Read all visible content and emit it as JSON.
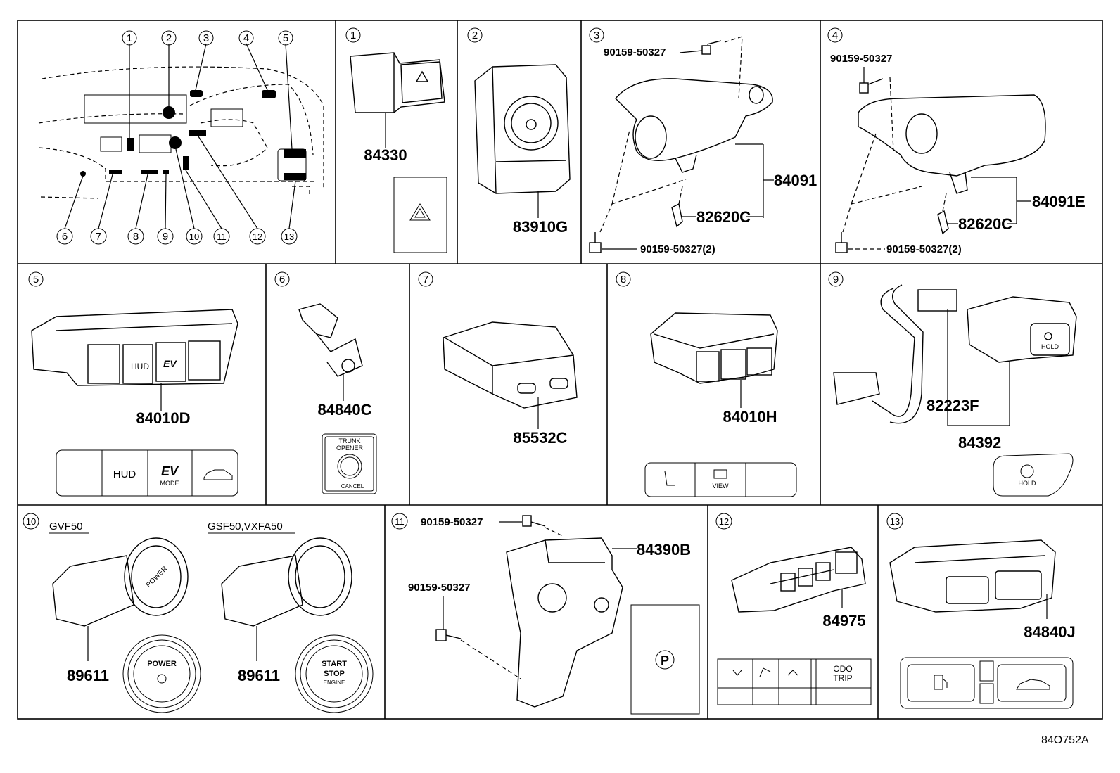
{
  "diagram_id": "84O752A",
  "overview_callouts": [
    "1",
    "2",
    "3",
    "4",
    "5",
    "6",
    "7",
    "8",
    "9",
    "10",
    "11",
    "12",
    "13"
  ],
  "panels": [
    {
      "num": "1",
      "parts": [
        "84330"
      ]
    },
    {
      "num": "2",
      "parts": [
        "83910G"
      ]
    },
    {
      "num": "3",
      "parts": [
        "90159-50327",
        "84091",
        "82620C",
        "90159-50327(2)"
      ]
    },
    {
      "num": "4",
      "parts": [
        "90159-50327",
        "84091E",
        "82620C",
        "90159-50327(2)"
      ]
    },
    {
      "num": "5",
      "parts": [
        "84010D"
      ],
      "switch_labels": [
        "HUD",
        "EV",
        "MODE"
      ]
    },
    {
      "num": "6",
      "parts": [
        "84840C"
      ],
      "switch_labels": [
        "TRUNK",
        "OPENER",
        "CANCEL"
      ]
    },
    {
      "num": "7",
      "parts": [
        "85532C"
      ]
    },
    {
      "num": "8",
      "parts": [
        "84010H"
      ],
      "switch_labels": [
        "VIEW"
      ]
    },
    {
      "num": "9",
      "parts": [
        "82223F",
        "84392"
      ],
      "switch_labels": [
        "HOLD"
      ]
    },
    {
      "num": "10",
      "variants": [
        {
          "model": "GVF50",
          "part": "89611",
          "switch_labels": [
            "POWER"
          ]
        },
        {
          "model": "GSF50,VXFA50",
          "part": "89611",
          "switch_labels": [
            "START",
            "STOP",
            "ENGINE"
          ]
        }
      ]
    },
    {
      "num": "11",
      "parts": [
        "90159-50327",
        "84390B",
        "90159-50327"
      ],
      "switch_labels": [
        "P"
      ]
    },
    {
      "num": "12",
      "parts": [
        "84975"
      ],
      "switch_labels": [
        "ODO",
        "TRIP"
      ]
    },
    {
      "num": "13",
      "parts": [
        "84840J"
      ]
    }
  ]
}
